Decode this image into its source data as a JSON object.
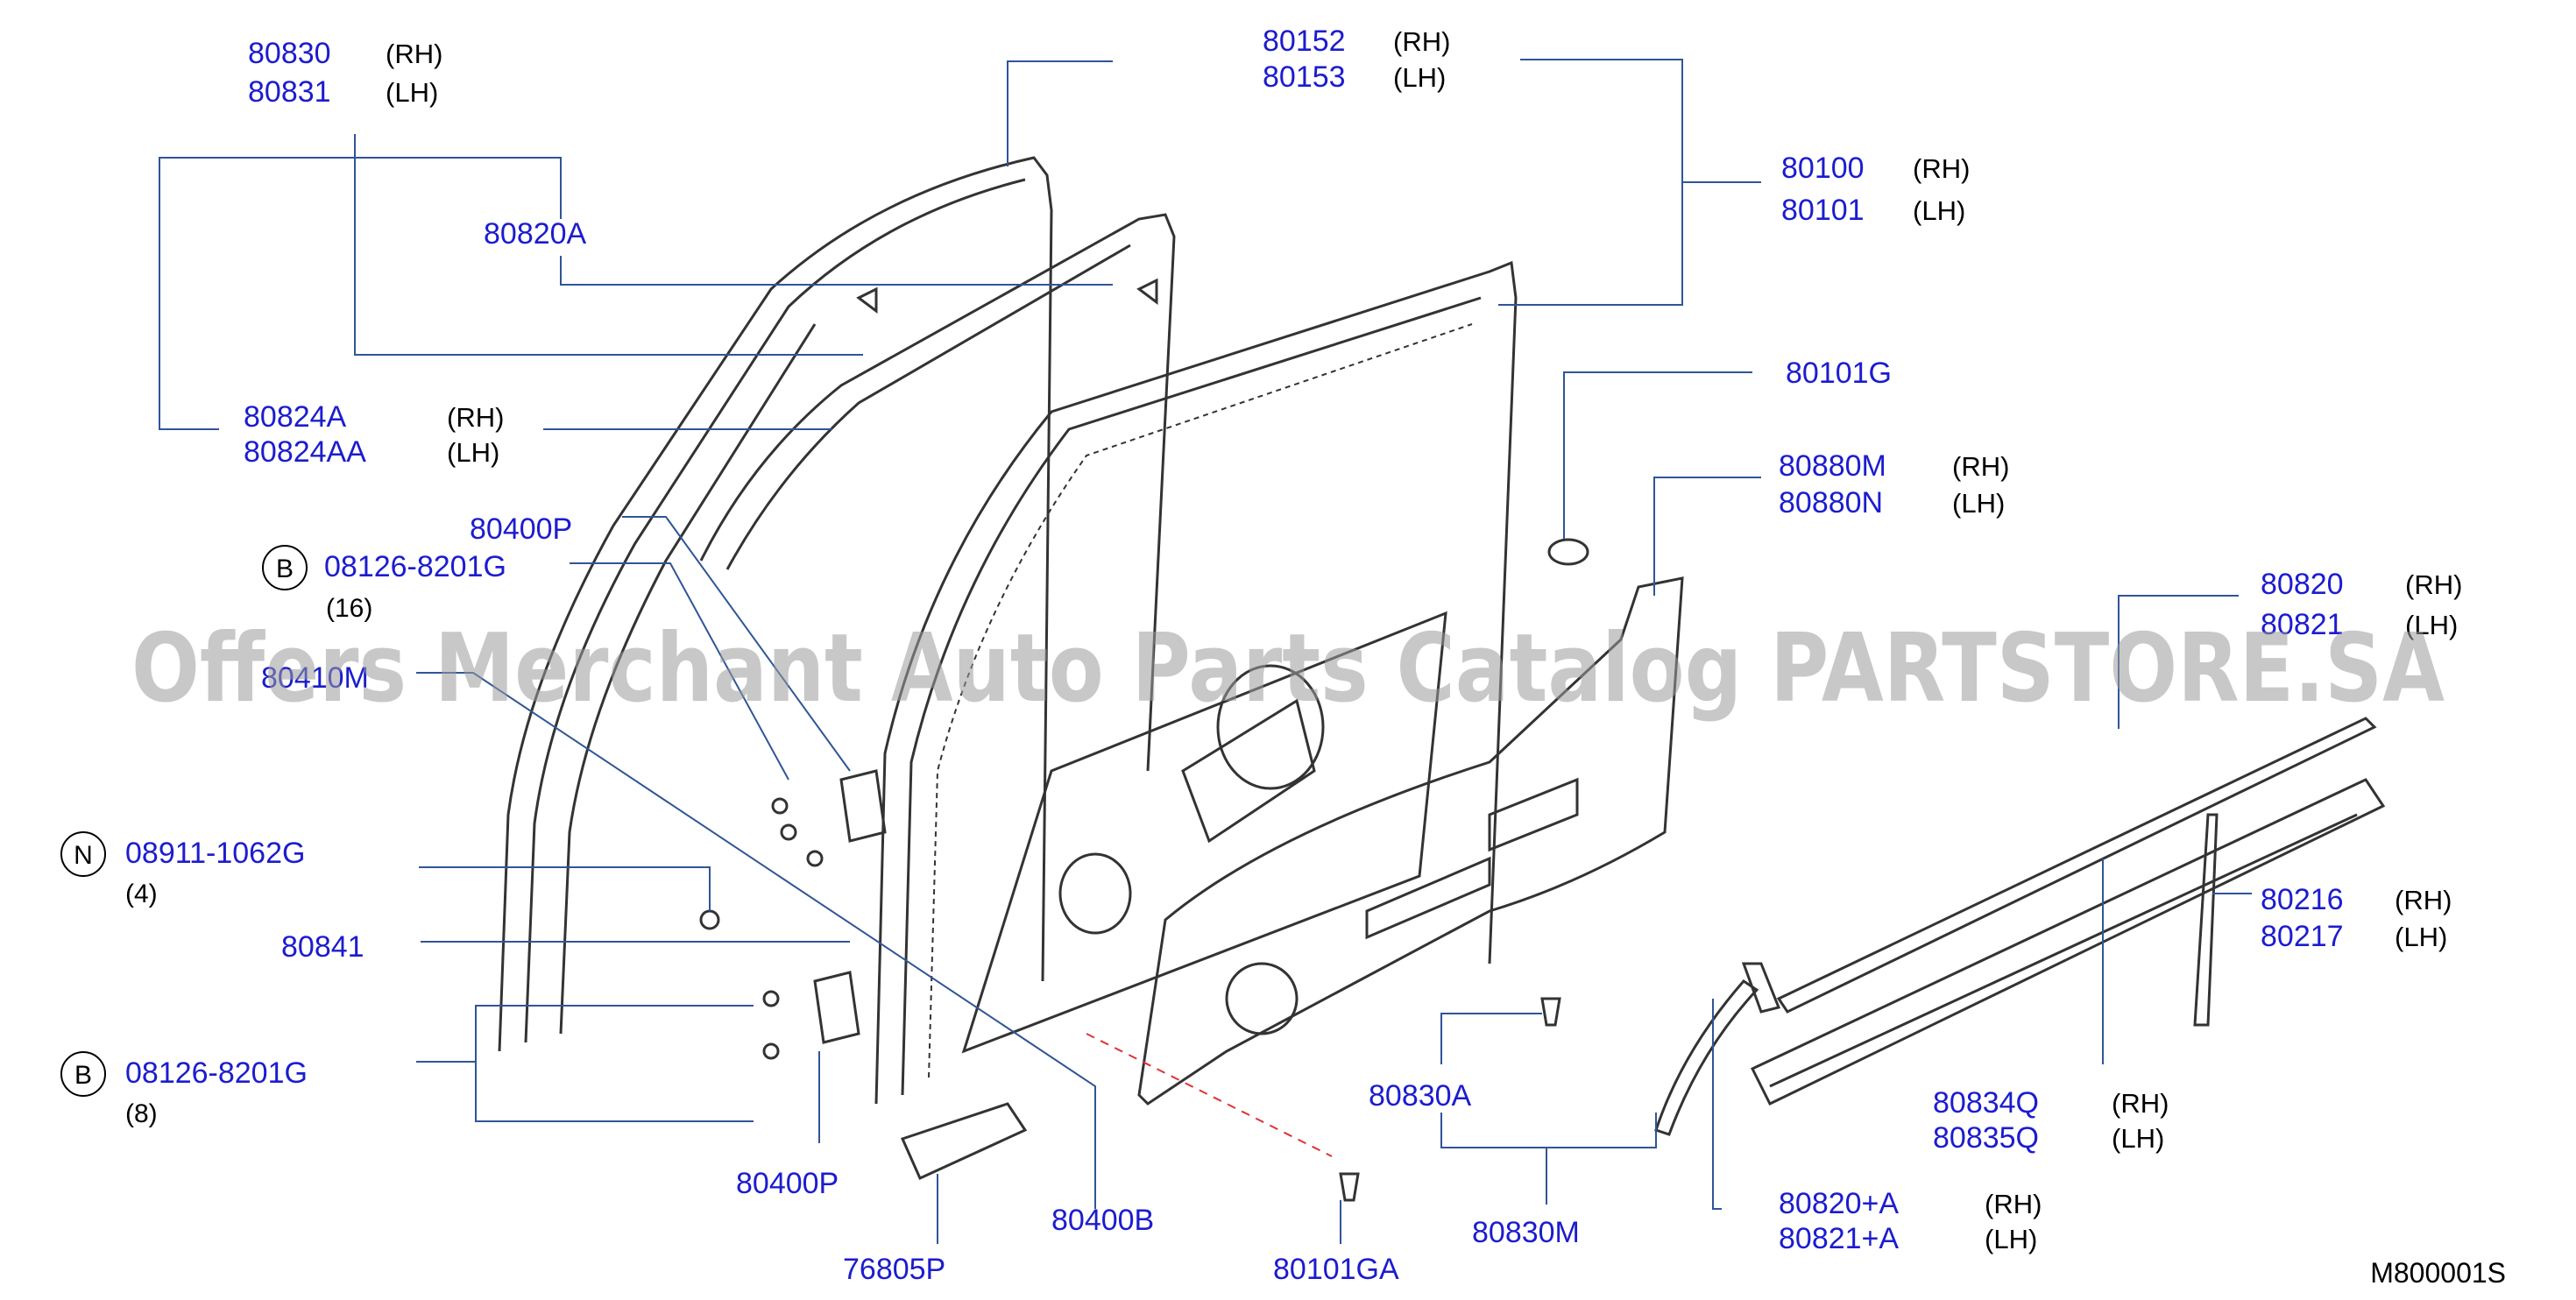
{
  "labels": {
    "p80830": "80830",
    "p80830_side": "(RH)",
    "p80831": "80831",
    "p80831_side": "(LH)",
    "p80152": "80152",
    "p80152_side": "(RH)",
    "p80153": "80153",
    "p80153_side": "(LH)",
    "p80100": "80100",
    "p80100_side": "(RH)",
    "p80101": "80101",
    "p80101_side": "(LH)",
    "p80820A": "80820A",
    "p80824A": "80824A",
    "p80824A_side": "(RH)",
    "p80824AA": "80824AA",
    "p80824AA_side": "(LH)",
    "p80101G": "80101G",
    "p80880M": "80880M",
    "p80880M_side": "(RH)",
    "p80880N": "80880N",
    "p80880N_side": "(LH)",
    "p80400P_top": "80400P",
    "b_circle_top": "B",
    "p08126_top": "08126-8201G",
    "qty_16": "(16)",
    "p80820": "80820",
    "p80820_side": "(RH)",
    "p80821": "80821",
    "p80821_side": "(LH)",
    "p80410M": "80410M",
    "n_circle": "N",
    "p08911": "08911-1062G",
    "qty_4": "(4)",
    "p80216": "80216",
    "p80216_side": "(RH)",
    "p80217": "80217",
    "p80217_side": "(LH)",
    "p80841": "80841",
    "b_circle_bottom": "B",
    "p08126_bottom": "08126-8201G",
    "qty_8": "(8)",
    "p80830A": "80830A",
    "p80834Q": "80834Q",
    "p80834Q_side": "(RH)",
    "p80835Q": "80835Q",
    "p80835Q_side": "(LH)",
    "p80400P_bottom": "80400P",
    "p80400B": "80400B",
    "p80820pA": "80820+A",
    "p80820pA_side": "(RH)",
    "p80821pA": "80821+A",
    "p80821pA_side": "(LH)",
    "p80830M": "80830M",
    "p76805P": "76805P",
    "p80101GA": "80101GA",
    "diagram_code": "M800001S"
  },
  "watermark": "Offers Merchant Auto Parts Catalog PARTSTORE.SA",
  "colors": {
    "part_number": "#1c1ccf",
    "leader_line": "#2f5597",
    "text": "#000000",
    "watermark": "#9a9a9a"
  }
}
